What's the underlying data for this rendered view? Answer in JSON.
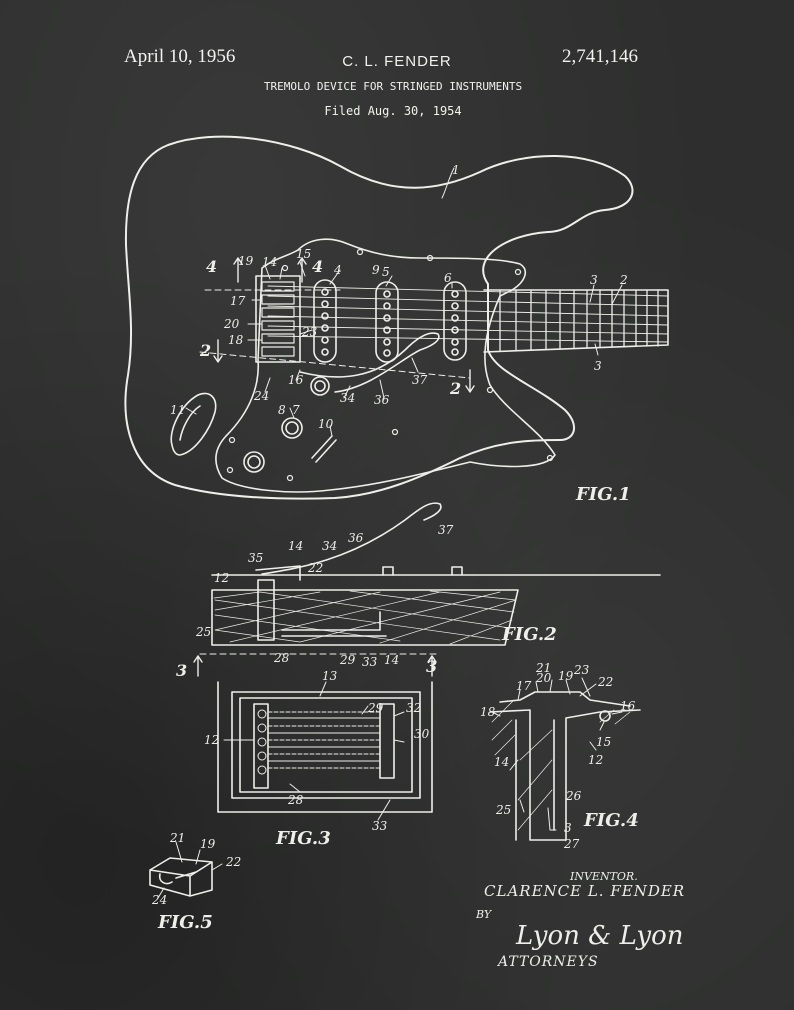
{
  "header": {
    "date": "April 10, 1956",
    "inventor": "C. L. FENDER",
    "patent_number": "2,741,146",
    "title": "TREMOLO DEVICE FOR STRINGED INSTRUMENTS",
    "filed": "Filed Aug. 30, 1954"
  },
  "figures": {
    "fig1": "FIG.1",
    "fig2": "FIG.2",
    "fig3": "FIG.3",
    "fig4": "FIG.4",
    "fig5": "FIG.5"
  },
  "section_marks": {
    "four": "4",
    "two": "2",
    "three": "3"
  },
  "ref_numbers": {
    "n1": "1",
    "n2": "2",
    "n3": "3",
    "n4": "4",
    "n5": "5",
    "n6": "6",
    "n7": "7",
    "n8": "8",
    "n9": "9",
    "n10": "10",
    "n11": "11",
    "n12": "12",
    "n13": "13",
    "n14": "14",
    "n15": "15",
    "n16": "16",
    "n17": "17",
    "n18": "18",
    "n19": "19",
    "n20": "20",
    "n21": "21",
    "n22": "22",
    "n23": "23",
    "n24": "24",
    "n25": "25",
    "n26": "26",
    "n27": "27",
    "n28": "28",
    "n29": "29",
    "n30": "30",
    "n32": "32",
    "n33": "33",
    "n34": "34",
    "n35": "35",
    "n36": "36",
    "n37": "37"
  },
  "signature": {
    "inventor_label": "INVENTOR.",
    "inventor_name": "CLARENCE L. FENDER",
    "by": "BY",
    "attorney_signature": "Lyon & Lyon",
    "attorneys_label": "ATTORNEYS"
  },
  "colors": {
    "background": "#2d2e2d",
    "ink": "#eeeeea"
  }
}
